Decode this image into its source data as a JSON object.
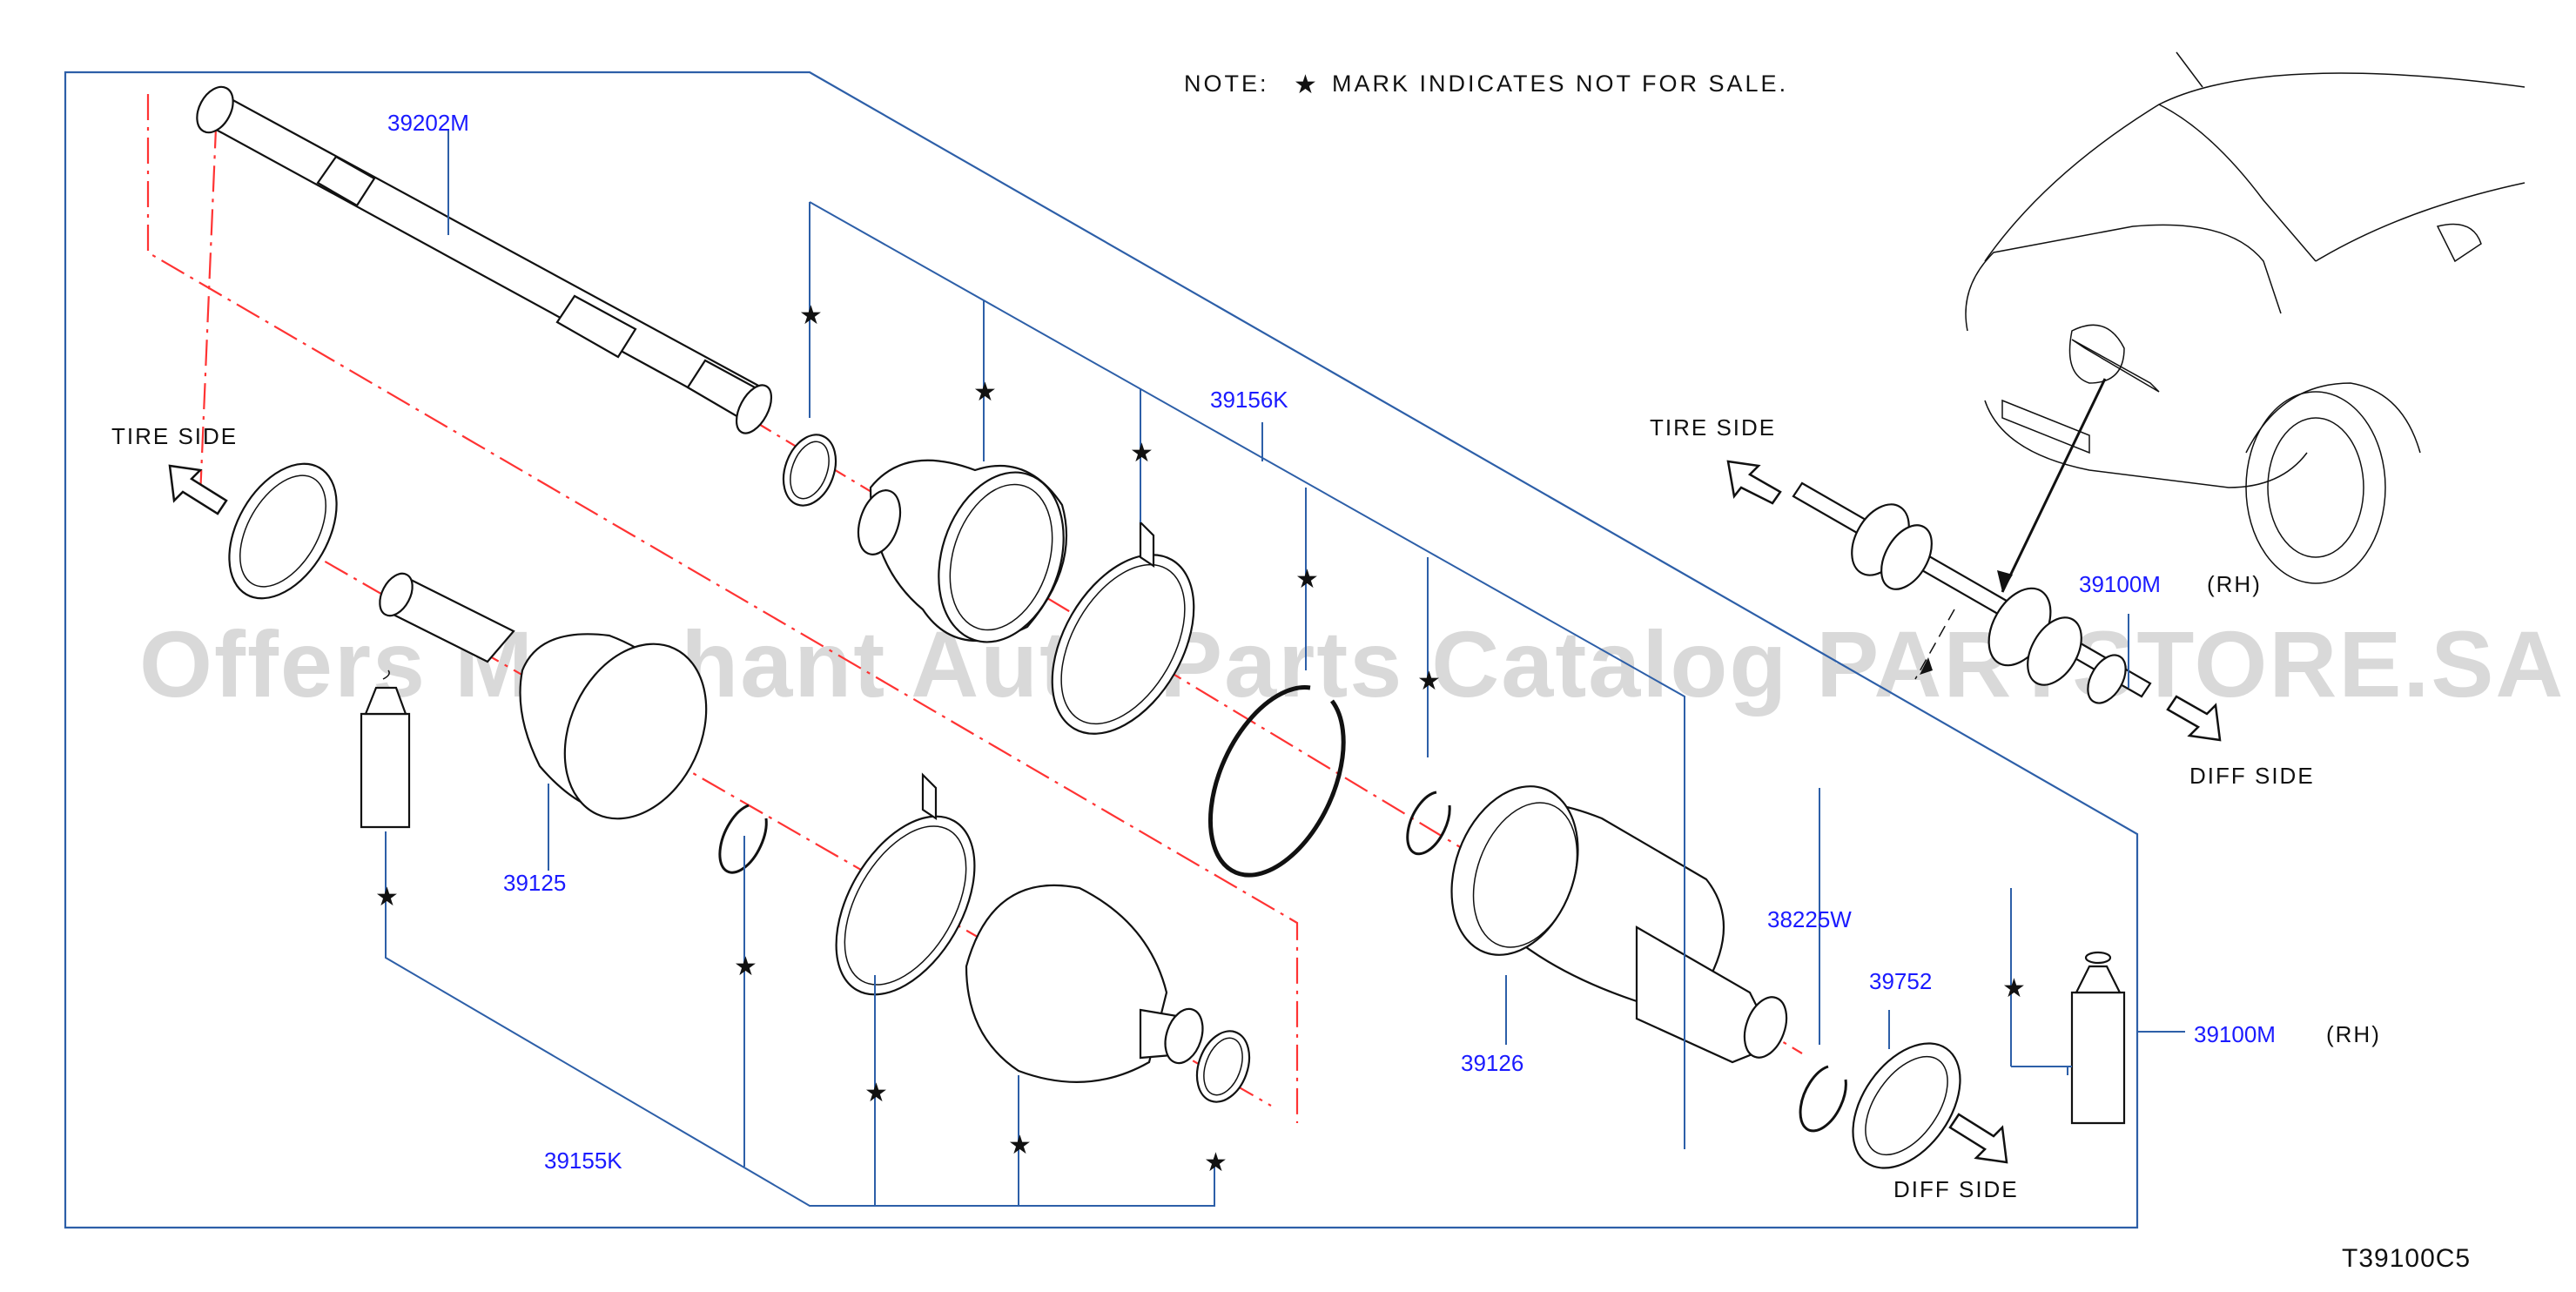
{
  "note": {
    "prefix": "NOTE:",
    "star": "★",
    "text": "MARK INDICATES NOT FOR SALE."
  },
  "diagram_code": "T39100C5",
  "watermark": "Offers Merchant Auto Parts Catalog PARTSTORE.SA",
  "direction_labels": {
    "tire_side_left": "TIRE SIDE",
    "tire_side_right": "TIRE SIDE",
    "diff_side_bottom": "DIFF SIDE",
    "diff_side_right": "DIFF SIDE"
  },
  "parts": {
    "p39202M": "39202M",
    "p39156K": "39156K",
    "p39125": "39125",
    "p39155K": "39155K",
    "p39126": "39126",
    "p38225W": "38225W",
    "p39752": "39752",
    "p39100M_a": "39100M",
    "p39100M_b": "39100M",
    "rh_a": "(RH)",
    "rh_b": "(RH)"
  },
  "star_mark": "★",
  "colors": {
    "part_number": "#1a1aff",
    "leader": "#2d5fa8",
    "centerline": "#ff3333",
    "linework": "#111111"
  }
}
